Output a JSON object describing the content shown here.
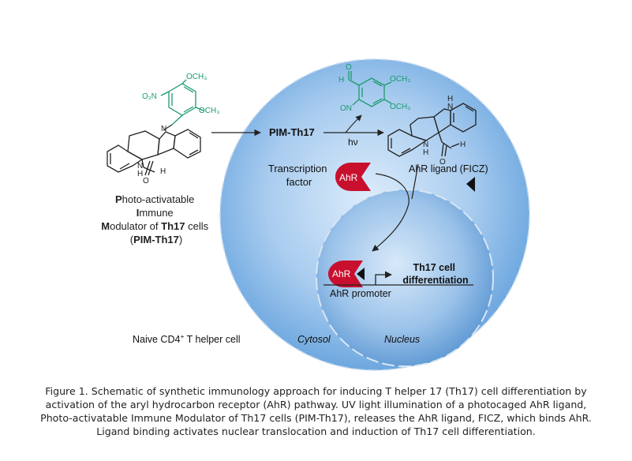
{
  "diagram": {
    "left_molecule": {
      "substituents": {
        "o2n": "O₂N",
        "och3_top": "OCH₃",
        "och3_right": "OCH₃",
        "n": "N",
        "nh_n": "N",
        "nh_h": "H",
        "o": "O",
        "h": "H"
      },
      "name_lines": [
        {
          "bold": "P",
          "rest": "hoto-activatable"
        },
        {
          "bold": "I",
          "rest": "mmune"
        },
        {
          "bold": "M",
          "rest": "odulator of ",
          "bold2": "Th17",
          "rest2": " cells"
        },
        {
          "rest": "(",
          "bold": "PIM-Th17",
          "rest2": ")"
        }
      ]
    },
    "released_molecule": {
      "h": "H",
      "o_top": "O",
      "och3_top": "OCH₃",
      "on": "ON",
      "och3_bottom": "OCH₃"
    },
    "ficz_molecule": {
      "nh_n": "N",
      "nh_h": "H",
      "n2": "N",
      "h2": "H",
      "o": "O",
      "h": "H"
    },
    "pim_label": "PIM-Th17",
    "hv_label": "hν",
    "transcription_factor": [
      "Transcription",
      "factor"
    ],
    "ahr_label": "AhR",
    "ahr_in_nucleus_label": "AhR",
    "ahr_ligand_label": "AhR ligand (FICZ)",
    "th17_lines": [
      "Th17 cell",
      "differentiation"
    ],
    "ahr_promoter": "AhR promoter",
    "cell_label": "Naive CD4",
    "cell_label_sup": "+",
    "cell_label_rest": " T helper cell",
    "cytosol_label": "Cytosol",
    "nucleus_label": "Nucleus",
    "colors": {
      "cell_fill_center": "#dcecfb",
      "cell_fill_edge": "#5f9fdc",
      "nucleus_fill_center": "#cfe4f8",
      "nucleus_fill_edge": "#5a96d2",
      "ahr_red": "#c8102e",
      "green_molecule": "#1b9a6b"
    }
  },
  "caption": "Figure 1. Schematic of synthetic immunology approach for inducing T helper 17 (Th17) cell differentiation by activation of the aryl hydrocarbon receptor (AhR) pathway. UV light illumination of a photocaged AhR ligand, Photo-activatable Immune Modulator of Th17 cells (PIM-Th17), releases the AhR ligand, FICZ, which binds AhR. Ligand binding activates nuclear translocation and induction of Th17 cell differentiation."
}
